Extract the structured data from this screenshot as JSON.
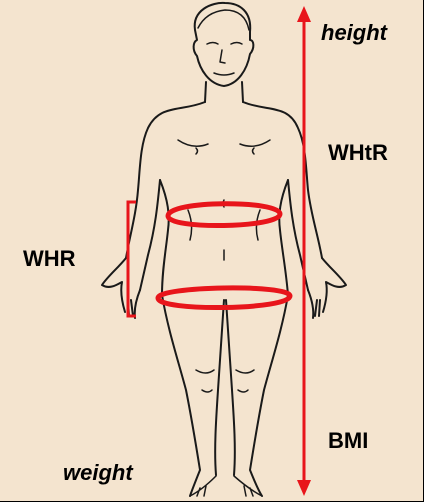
{
  "labels": {
    "height": "height",
    "whtr": "WHtR",
    "whr": "WHR",
    "bmi": "BMI",
    "weight": "weight"
  },
  "colors": {
    "background": "#f4e4cf",
    "measure": "#e8151b",
    "outline": "#1a1a1a"
  }
}
